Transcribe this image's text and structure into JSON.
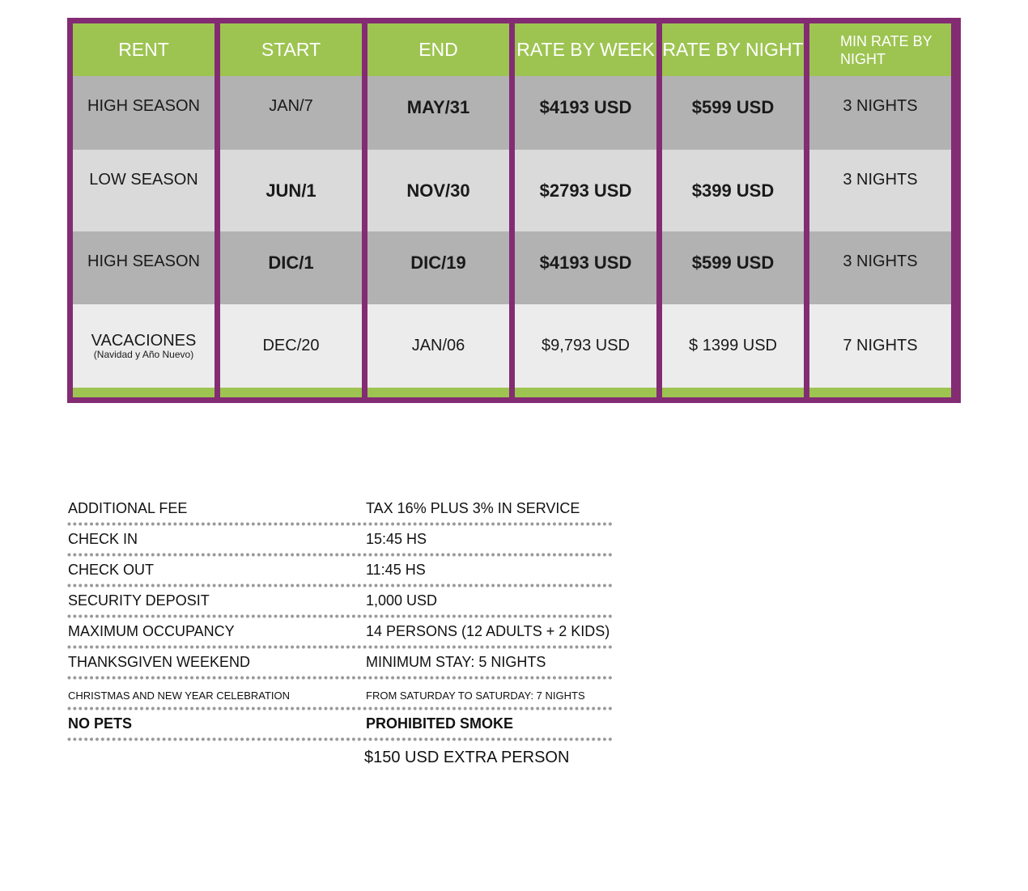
{
  "rates_table": {
    "headers": [
      "RENT",
      "START",
      "END",
      "RATE BY WEEK",
      "RATE BY NIGHT",
      "MIN RATE BY NIGHT"
    ],
    "rows": [
      {
        "rent": "HIGH SEASON",
        "start": "JAN/7",
        "end": "MAY/31",
        "week": "$4193 USD",
        "night": "$599 USD",
        "min": "3 NIGHTS"
      },
      {
        "rent": "LOW SEASON",
        "start": "JUN/1",
        "end": "NOV/30",
        "week": "$2793 USD",
        "night": "$399 USD",
        "min": "3 NIGHTS"
      },
      {
        "rent": "HIGH SEASON",
        "start": "DIC/1",
        "end": "DIC/19",
        "week": "$4193 USD",
        "night": "$599 USD",
        "min": "3 NIGHTS"
      },
      {
        "rent": "VACACIONES",
        "rent_sub": "(Navidad y Año Nuevo)",
        "start": "DEC/20",
        "end": "JAN/06",
        "week": "$9,793 USD",
        "night": "$ 1399 USD",
        "min": "7 NIGHTS"
      }
    ]
  },
  "info": [
    {
      "label": "ADDITIONAL FEE",
      "value": "TAX 16% PLUS 3% IN SERVICE"
    },
    {
      "label": "CHECK IN",
      "value": "15:45 HS"
    },
    {
      "label": "CHECK OUT",
      "value": "11:45 HS"
    },
    {
      "label": "SECURITY DEPOSIT",
      "value": "1,000 USD"
    },
    {
      "label": "MAXIMUM OCCUPANCY",
      "value": "14 PERSONS (12 ADULTS + 2 KIDS)"
    },
    {
      "label": "THANKSGIVEN WEEKEND",
      "value": "MINIMUM STAY: 5 NIGHTS"
    },
    {
      "label": "CHRISTMAS AND NEW YEAR CELEBRATION",
      "value": "FROM SATURDAY TO SATURDAY: 7 NIGHTS"
    },
    {
      "label": "NO PETS",
      "value": "PROHIBITED SMOKE"
    }
  ],
  "extra_person": "$150 USD  EXTRA PERSON",
  "colors": {
    "frame": "#832c73",
    "header": "#9dc451",
    "dark_row": "#b2b2b2",
    "light_row": "#dadada"
  }
}
